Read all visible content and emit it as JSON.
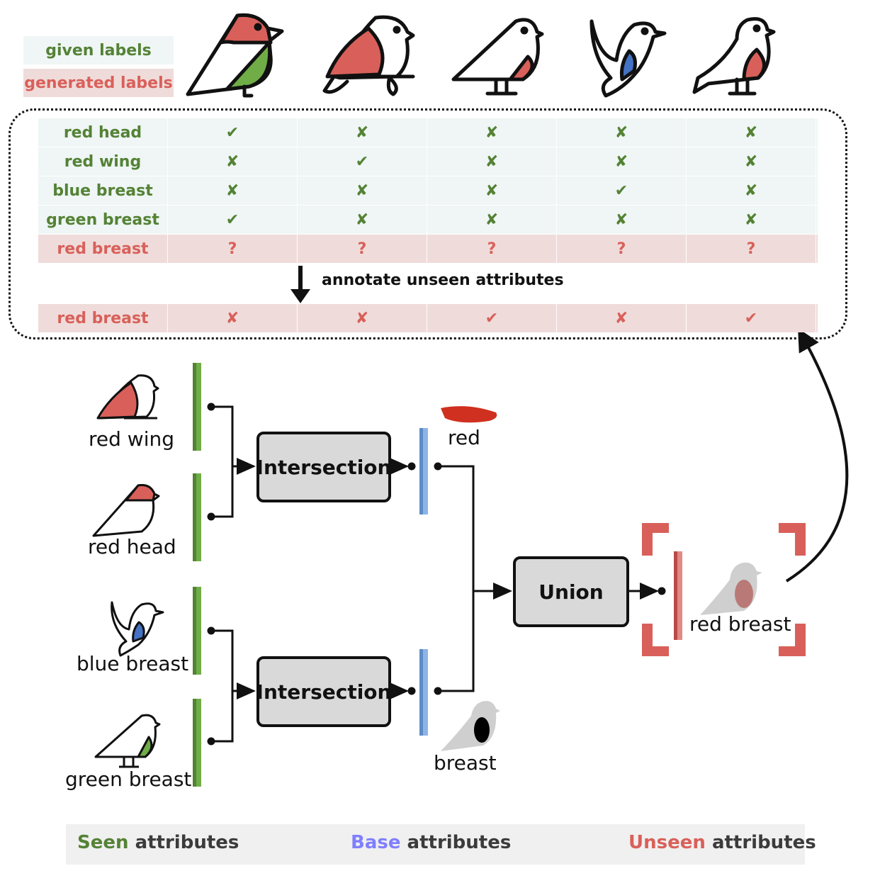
{
  "legend": {
    "given_labels": "given labels",
    "generated_labels": "generated labels"
  },
  "colors": {
    "seen_green": "#548235",
    "base_blue": "#7f7fff",
    "unseen_red": "#d9605a",
    "seen_row_bg": "#eff6f5",
    "unseen_row_bg": "#efdcda",
    "op_box_fill": "#d9d9d9"
  },
  "birds": [
    {
      "name": "bird-red-head-green-breast",
      "features": [
        "red head",
        "green breast"
      ]
    },
    {
      "name": "bird-red-wing",
      "features": [
        "red wing"
      ]
    },
    {
      "name": "bird-red-breast-1",
      "features": [
        "red breast"
      ]
    },
    {
      "name": "bird-blue-breast",
      "features": [
        "blue breast"
      ]
    },
    {
      "name": "bird-red-breast-2",
      "features": [
        "red breast"
      ]
    }
  ],
  "table": {
    "given_rows": [
      {
        "attribute": "red head",
        "values": [
          "✔",
          "✘",
          "✘",
          "✘",
          "✘"
        ]
      },
      {
        "attribute": "red wing",
        "values": [
          "✘",
          "✔",
          "✘",
          "✘",
          "✘"
        ]
      },
      {
        "attribute": "blue breast",
        "values": [
          "✘",
          "✘",
          "✘",
          "✔",
          "✘"
        ]
      },
      {
        "attribute": "green breast",
        "values": [
          "✔",
          "✘",
          "✘",
          "✘",
          "✘"
        ]
      }
    ],
    "unknown_row": {
      "attribute": "red breast",
      "values": [
        "?",
        "?",
        "?",
        "?",
        "?"
      ]
    },
    "annotate_label": "annotate unseen attributes",
    "generated_row": {
      "attribute": "red breast",
      "values": [
        "✘",
        "✘",
        "✔",
        "✘",
        "✔"
      ]
    }
  },
  "flow": {
    "seen_inputs": [
      "red wing",
      "red head",
      "blue breast",
      "green breast"
    ],
    "operations": {
      "intersection_1": "Intersection",
      "intersection_2": "Intersection",
      "union": "Union"
    },
    "base_outputs": [
      "red",
      "breast"
    ],
    "unseen_output": "red breast"
  },
  "bottom_legend": {
    "seen_word": "Seen",
    "base_word": "Base",
    "unseen_word": "Unseen",
    "suffix": "attributes"
  }
}
